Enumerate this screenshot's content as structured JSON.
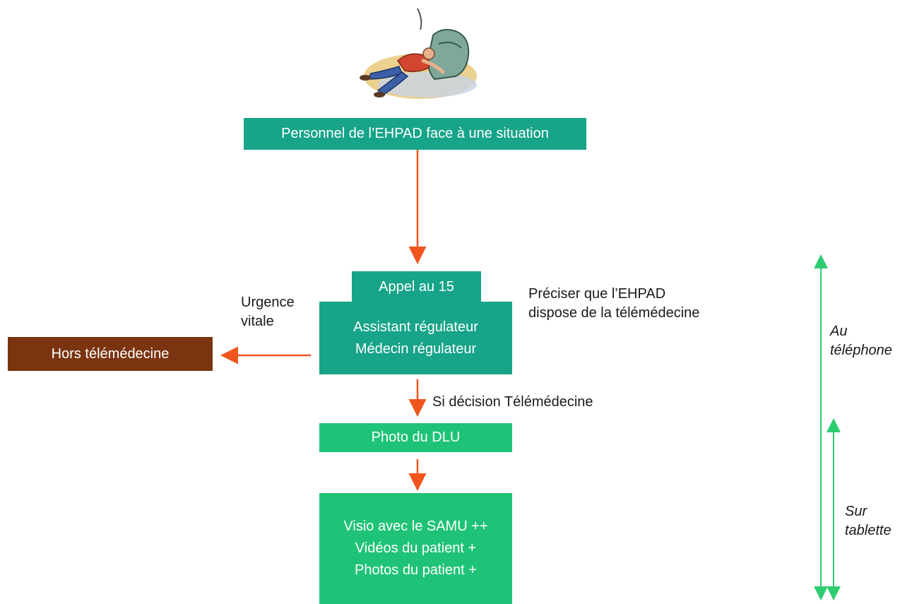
{
  "illustration": {
    "name": "person-fallen-near-armchair"
  },
  "nodes": {
    "situation": "Personnel de l’EHPAD face à une situation",
    "appel_tab": "Appel au 15",
    "regulation": [
      "Assistant régulateur",
      "Médecin régulateur"
    ],
    "hors": "Hors télémédecine",
    "photo_dlu": "Photo du DLU",
    "visio": [
      "Visio avec le SAMU ++",
      "Vidéos du patient +",
      "Photos du patient +"
    ]
  },
  "labels": {
    "urgence": [
      "Urgence",
      "vitale"
    ],
    "preciser": [
      "Préciser que l’EHPAD",
      "dispose de la télémédecine"
    ],
    "si_decision": "Si décision Télémédecine"
  },
  "side": {
    "au_telephone": [
      "Au",
      "téléphone"
    ],
    "sur_tablette": [
      "Sur",
      "tablette"
    ]
  },
  "colors": {
    "teal": "#17a489",
    "green": "#1fc377",
    "brown": "#7a3410",
    "arrow_orange": "#f0551e",
    "side_arrow_green": "#2ecc71"
  }
}
